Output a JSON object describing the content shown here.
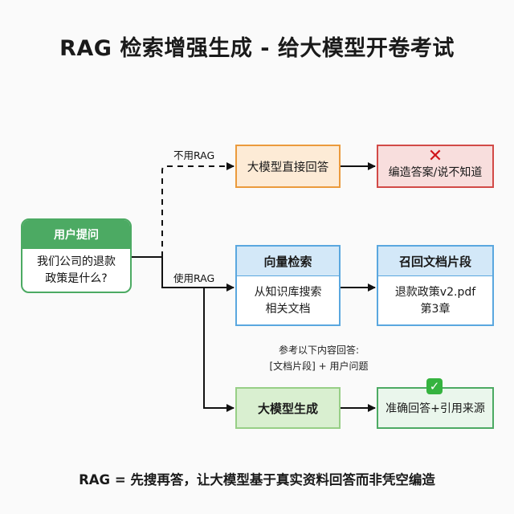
{
  "title": "RAG 检索增强生成 - 给大模型开卷考试",
  "footer": "RAG = 先搜再答，让大模型基于真实资料回答而非凭空编造",
  "user_question": {
    "header": "用户提问",
    "line1": "我们公司的退款",
    "line2": "政策是什么?"
  },
  "branches": {
    "no_rag_label": "不用RAG",
    "use_rag_label": "使用RAG"
  },
  "no_rag": {
    "direct_answer": "大模型直接回答",
    "result_icon": "cross-mark-icon",
    "result_icon_glyph": "✕",
    "result": "编造答案/说不知道"
  },
  "vector_search": {
    "header": "向量检索",
    "line1": "从知识库搜索",
    "line2": "相关文档"
  },
  "retrieved": {
    "header": "召回文档片段",
    "line1": "退款政策v2.pdf",
    "line2": "第3章"
  },
  "prompt_note": {
    "line1": "参考以下内容回答:",
    "line2": "[文档片段] + 用户问题"
  },
  "generation": {
    "label": "大模型生成",
    "result_icon": "check-mark-icon",
    "result_icon_glyph": "✓",
    "result": "准确回答+引用来源"
  },
  "colors": {
    "green": "#4caa63",
    "orange": "#eb9a3c",
    "red": "#d24a47",
    "blue": "#5aa7df",
    "light_green": "#97cf86"
  }
}
